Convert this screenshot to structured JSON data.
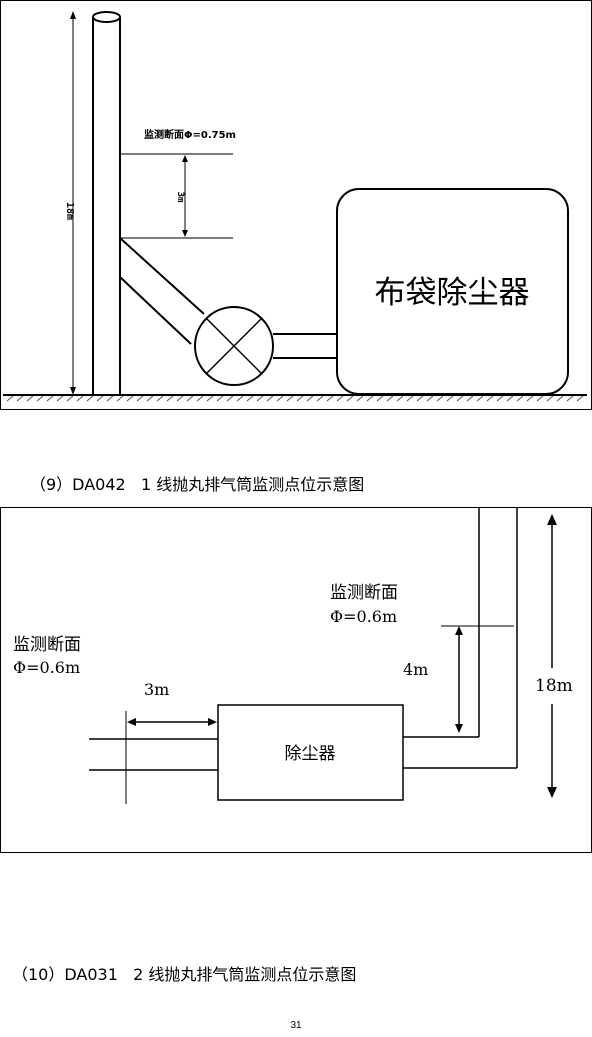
{
  "figure1": {
    "section_label": "监测断面Φ=0.75m",
    "spacing_label": "3m",
    "height_label": "18m",
    "box_label": "布袋除尘器"
  },
  "caption1": "（9）DA042   1 线抛丸排气筒监测点位示意图",
  "figure2": {
    "section_right_title": "监测断面",
    "section_right_dia": "Φ=0.6m",
    "section_left_title": "监测断面",
    "section_left_dia": "Φ=0.6m",
    "dist_left": "3m",
    "dist_right": "4m",
    "height_label": "18m",
    "box_label": "除尘器"
  },
  "caption2": "（10）DA031   2 线抛丸排气筒监测点位示意图",
  "page_number": "31"
}
